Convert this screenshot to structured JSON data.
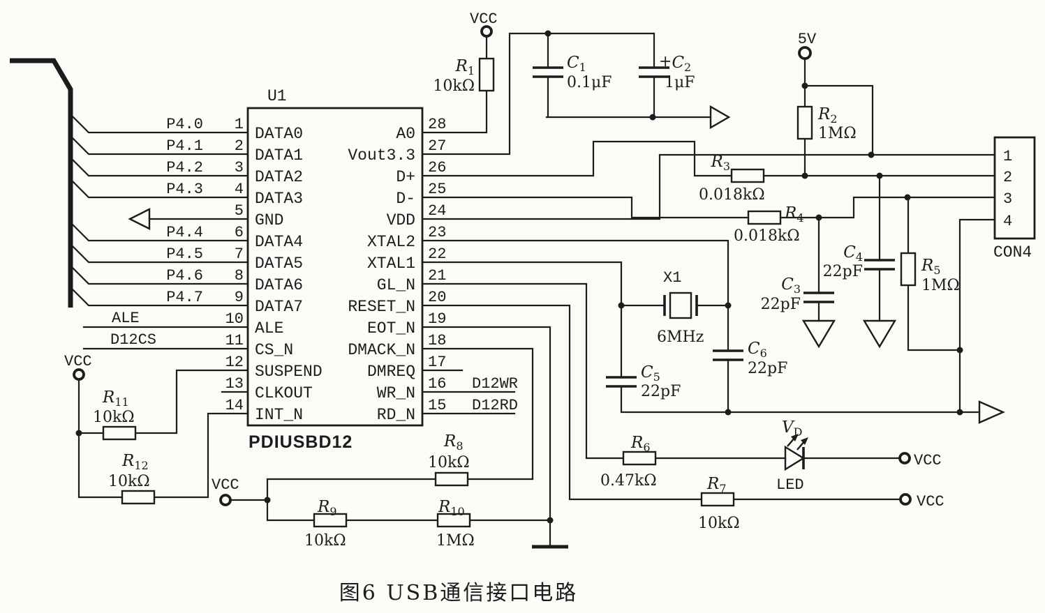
{
  "figure": {
    "caption": "图6 USB通信接口电路"
  },
  "ic": {
    "designator": "U1",
    "part_number": "PDIUSBD12",
    "left_pins": [
      {
        "num": "1",
        "name": "DATA0",
        "signal": "P4.0"
      },
      {
        "num": "2",
        "name": "DATA1",
        "signal": "P4.1"
      },
      {
        "num": "3",
        "name": "DATA2",
        "signal": "P4.2"
      },
      {
        "num": "4",
        "name": "DATA3",
        "signal": "P4.3"
      },
      {
        "num": "5",
        "name": "GND",
        "signal": ""
      },
      {
        "num": "6",
        "name": "DATA4",
        "signal": "P4.4"
      },
      {
        "num": "7",
        "name": "DATA5",
        "signal": "P4.5"
      },
      {
        "num": "8",
        "name": "DATA6",
        "signal": "P4.6"
      },
      {
        "num": "9",
        "name": "DATA7",
        "signal": "P4.7"
      },
      {
        "num": "10",
        "name": "ALE",
        "signal": "ALE"
      },
      {
        "num": "11",
        "name": "CS_N",
        "signal": "D12CS"
      },
      {
        "num": "12",
        "name": "SUSPEND",
        "signal": ""
      },
      {
        "num": "13",
        "name": "CLKOUT",
        "signal": ""
      },
      {
        "num": "14",
        "name": "INT_N",
        "signal": ""
      }
    ],
    "right_pins": [
      {
        "num": "28",
        "name": "A0",
        "signal": ""
      },
      {
        "num": "27",
        "name": "Vout3.3",
        "signal": ""
      },
      {
        "num": "26",
        "name": "D+",
        "signal": ""
      },
      {
        "num": "25",
        "name": "D-",
        "signal": ""
      },
      {
        "num": "24",
        "name": "VDD",
        "signal": ""
      },
      {
        "num": "23",
        "name": "XTAL2",
        "signal": ""
      },
      {
        "num": "22",
        "name": "XTAL1",
        "signal": ""
      },
      {
        "num": "21",
        "name": "GL_N",
        "signal": ""
      },
      {
        "num": "20",
        "name": "RESET_N",
        "signal": ""
      },
      {
        "num": "19",
        "name": "EOT_N",
        "signal": ""
      },
      {
        "num": "18",
        "name": "DMACK_N",
        "signal": ""
      },
      {
        "num": "17",
        "name": "DMREQ",
        "signal": ""
      },
      {
        "num": "16",
        "name": "WR_N",
        "signal": "D12WR"
      },
      {
        "num": "15",
        "name": "RD_N",
        "signal": "D12RD"
      }
    ]
  },
  "resistors": [
    {
      "ref": "R",
      "sub": "1",
      "value": "10kΩ"
    },
    {
      "ref": "R",
      "sub": "2",
      "value": "1MΩ"
    },
    {
      "ref": "R",
      "sub": "3",
      "value": "0.018kΩ"
    },
    {
      "ref": "R",
      "sub": "4",
      "value": "0.018kΩ"
    },
    {
      "ref": "R",
      "sub": "5",
      "value": "1MΩ"
    },
    {
      "ref": "R",
      "sub": "6",
      "value": "0.47kΩ"
    },
    {
      "ref": "R",
      "sub": "7",
      "value": "10kΩ"
    },
    {
      "ref": "R",
      "sub": "8",
      "value": "10kΩ"
    },
    {
      "ref": "R",
      "sub": "9",
      "value": "10kΩ"
    },
    {
      "ref": "R",
      "sub": "10",
      "value": "1MΩ"
    },
    {
      "ref": "R",
      "sub": "11",
      "value": "10kΩ"
    },
    {
      "ref": "R",
      "sub": "12",
      "value": "10kΩ"
    }
  ],
  "capacitors": [
    {
      "ref": "C",
      "sub": "1",
      "prefix": "",
      "value": "0.1μF"
    },
    {
      "ref": "C",
      "sub": "2",
      "prefix": "+",
      "value": "1μF"
    },
    {
      "ref": "C",
      "sub": "3",
      "prefix": "",
      "value": "22pF"
    },
    {
      "ref": "C",
      "sub": "4",
      "prefix": "",
      "value": "22pF"
    },
    {
      "ref": "C",
      "sub": "5",
      "prefix": "",
      "value": "22pF"
    },
    {
      "ref": "C",
      "sub": "6",
      "prefix": "",
      "value": "22pF"
    }
  ],
  "crystal": {
    "ref": "X1",
    "value": "6MHz"
  },
  "led": {
    "ref": "V",
    "sub": "D",
    "label": "LED"
  },
  "connector": {
    "label": "CON4",
    "pins": [
      "1",
      "2",
      "3",
      "4"
    ]
  },
  "power": {
    "vcc": "VCC",
    "five_v": "5V"
  }
}
